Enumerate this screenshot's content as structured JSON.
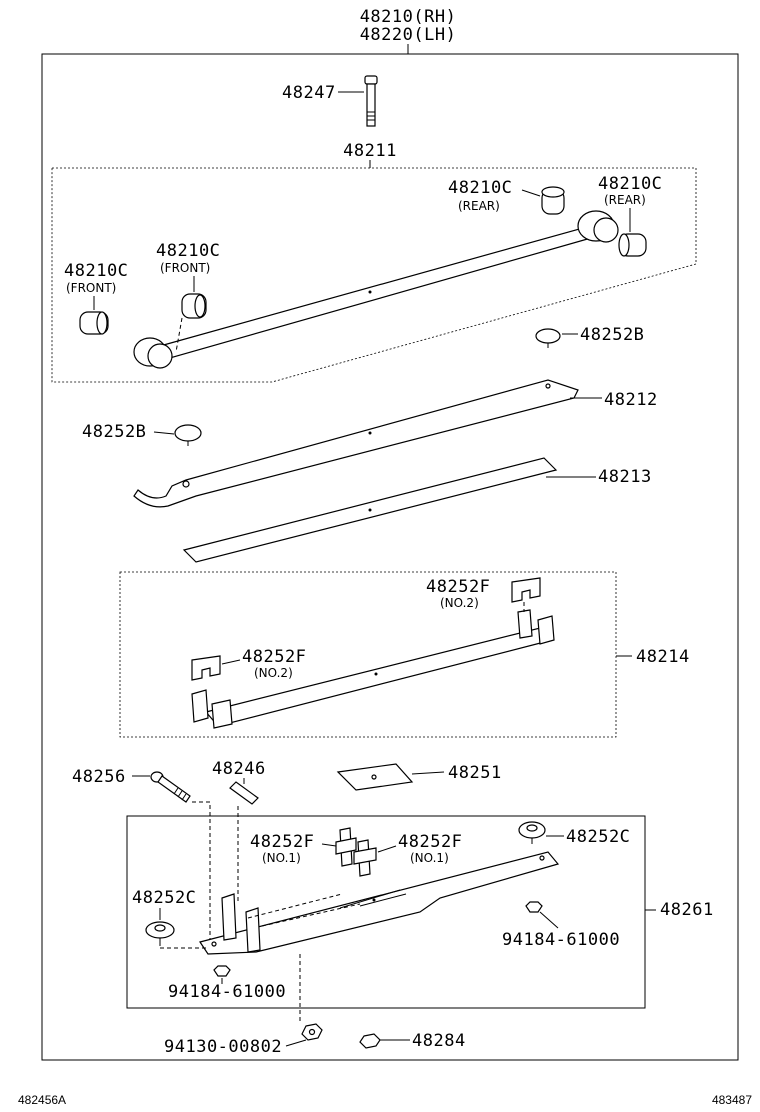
{
  "assembly": {
    "code_rh": "48210(RH)",
    "code_lh": "48220(LH)"
  },
  "labels": {
    "bolt": "48247",
    "main_leaf": "48211",
    "bush_rear_a": "48210C",
    "bush_rear_a_note": "(REAR)",
    "bush_rear_b": "48210C",
    "bush_rear_b_note": "(REAR)",
    "bush_front_a": "48210C",
    "bush_front_a_note": "(FRONT)",
    "bush_front_b": "48210C",
    "bush_front_b_note": "(FRONT)",
    "insert_right": "48252B",
    "leaf2": "48212",
    "insert_left": "48252B",
    "leaf3": "48213",
    "clip_no2_top": "48252F",
    "clip_no2_top_note": "(NO.2)",
    "leaf4": "48214",
    "clip_no2_left": "48252F",
    "clip_no2_left_note": "(NO.2)",
    "center_bolt": "48256",
    "pin": "48246",
    "pad": "48251",
    "clip_no1_left": "48252F",
    "clip_no1_left_note": "(NO.1)",
    "clip_no1_right": "48252F",
    "clip_no1_right_note": "(NO.1)",
    "insert_c_right": "48252C",
    "leaf5": "48261",
    "insert_c_left": "48252C",
    "nut_right": "94184-61000",
    "nut_left": "94184-61000",
    "nut_bottom": "94130-00802",
    "nut_48284": "48284"
  },
  "footer": {
    "left_ref": "482456A",
    "right_ref": "483487"
  }
}
